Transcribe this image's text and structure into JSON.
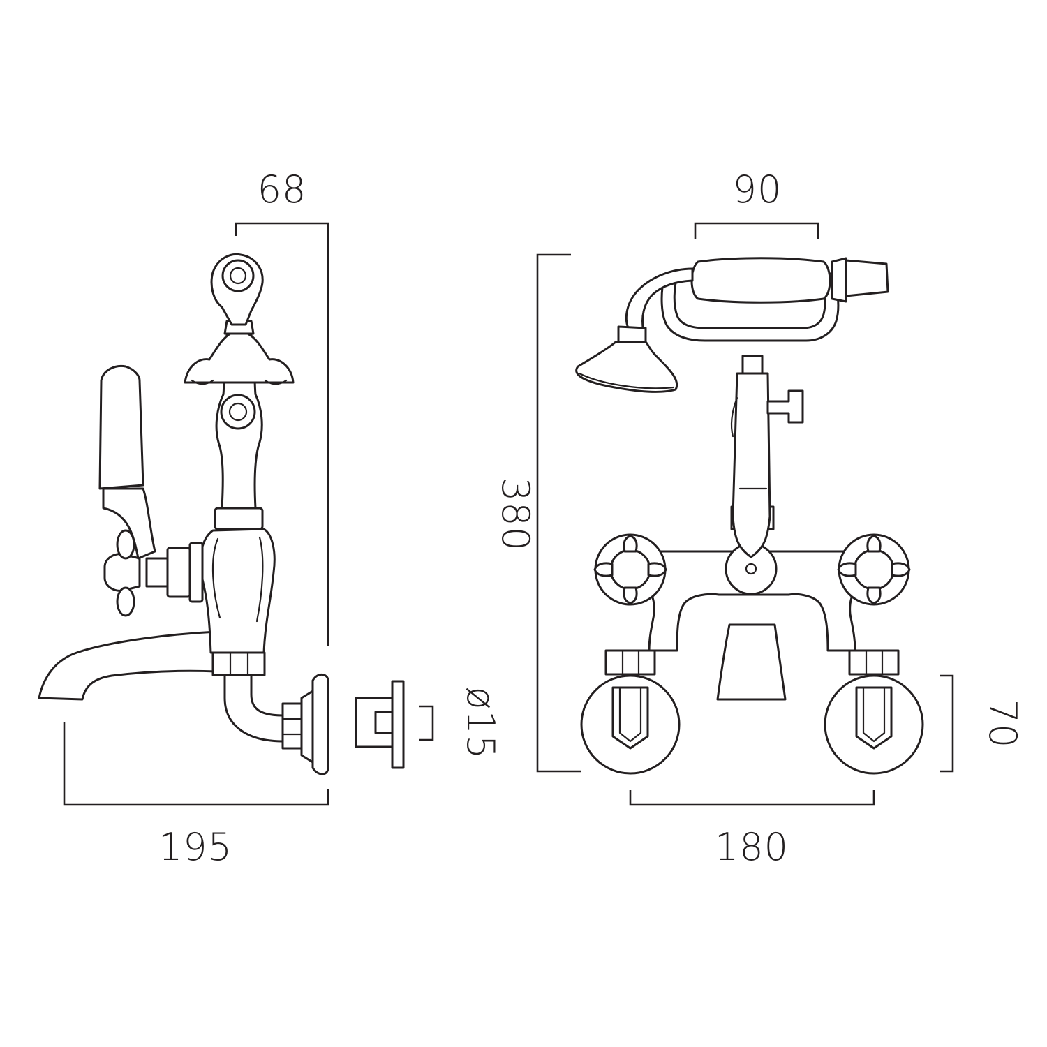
{
  "side_view": {
    "dim_width": "68",
    "dim_depth": "195",
    "dim_pipe_diameter": "ø15"
  },
  "front_view": {
    "dim_handset_width": "90",
    "dim_height": "380",
    "dim_centres": "180",
    "dim_rosette": "70"
  }
}
